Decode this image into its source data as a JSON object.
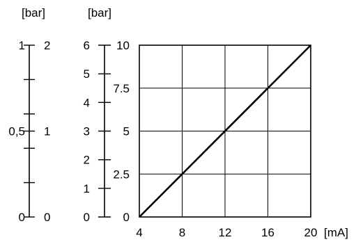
{
  "chart_data": {
    "type": "line",
    "xlabel": "[mA]",
    "x_ticks": [
      4,
      8,
      12,
      16,
      20
    ],
    "xlim": [
      4,
      20
    ],
    "ylim": [
      0,
      10
    ],
    "y_ticks": [
      "0",
      "2.5",
      "5",
      "7.5",
      "10"
    ],
    "grid": true,
    "series": [
      {
        "x": [
          4,
          20
        ],
        "y": [
          0,
          10
        ]
      }
    ],
    "secondary_scales": [
      {
        "unit": "[bar]",
        "range": [
          0,
          6
        ],
        "ticks": [
          "0",
          "1",
          "2",
          "3",
          "4",
          "5",
          "6"
        ]
      },
      {
        "unit": "[bar]",
        "range": [
          0,
          2
        ],
        "ticks": [
          "0",
          "1",
          "2"
        ],
        "minor_step": 0.4
      },
      {
        "range": [
          0,
          1
        ],
        "ticks": [
          "0",
          "0,5",
          "1"
        ]
      }
    ]
  }
}
